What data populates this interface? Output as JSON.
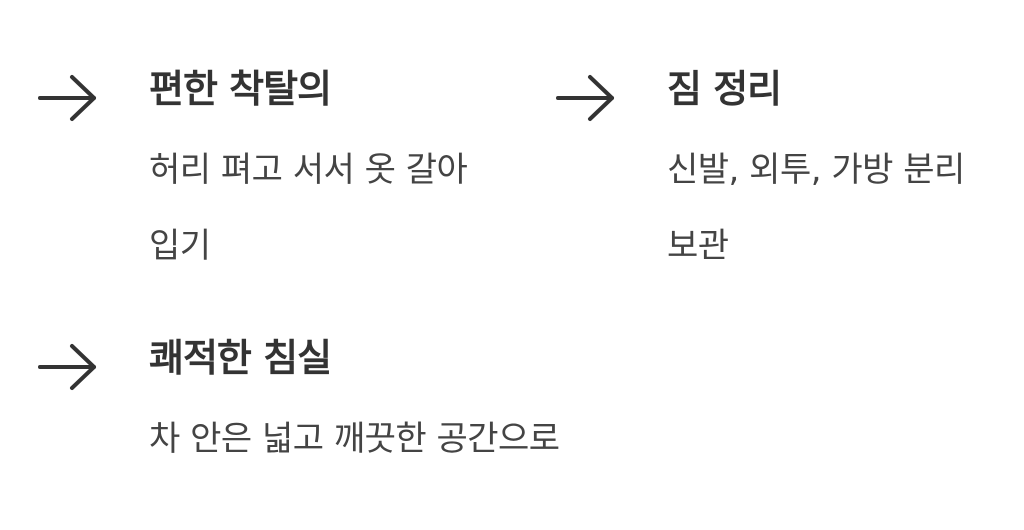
{
  "items": [
    {
      "icon": "arrow-right-icon",
      "title": "편한 착탈의",
      "desc_lines": [
        "허리 펴고 서서 옷 갈아",
        "입기"
      ]
    },
    {
      "icon": "arrow-right-icon",
      "title": "짐 정리",
      "desc_lines": [
        "신발, 외투, 가방 분리",
        "보관"
      ]
    },
    {
      "icon": "arrow-right-icon",
      "title": "쾌적한 침실",
      "desc_lines": [
        "차 안은 넓고 깨끗한 공간으로"
      ]
    }
  ],
  "colors": {
    "text": "#333333",
    "arrow": "#333333",
    "background": "#ffffff"
  }
}
